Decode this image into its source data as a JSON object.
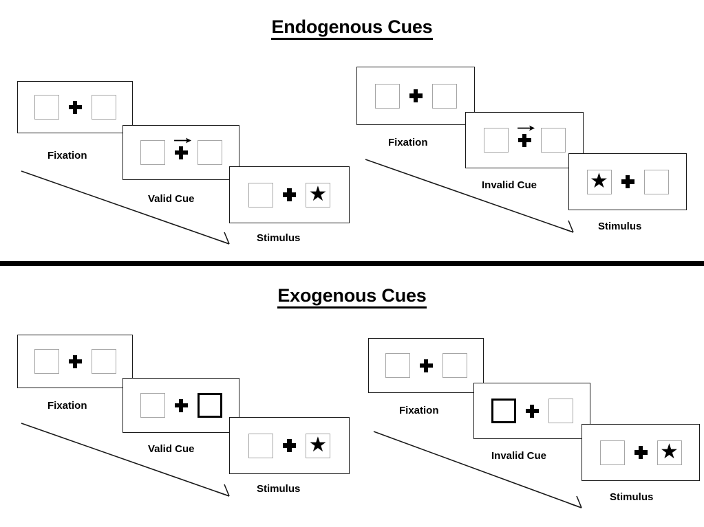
{
  "figure": {
    "title_endogenous": "Endogenous Cues",
    "title_exogenous": "Exogenous Cues",
    "labels": {
      "fixation": "Fixation",
      "valid_cue": "Valid Cue",
      "invalid_cue": "Invalid Cue",
      "stimulus": "Stimulus"
    },
    "glyphs": {
      "star": "★",
      "plus": "plus-fixation-cross",
      "arrow": "right-arrow-cue"
    },
    "colors": {
      "stroke": "#1a1a1a",
      "box_border": "#a6a6a6",
      "cued_box_border": "#000000",
      "ink": "#000000",
      "background": "#ffffff"
    }
  },
  "sections": [
    {
      "id": "endogenous",
      "title": "Endogenous Cues",
      "cue_type": "arrow",
      "sequences": [
        {
          "id": "endogenous-valid",
          "cue_label": "Valid Cue",
          "panels": [
            {
              "label": "Fixation",
              "kind": "fixation",
              "left_box": "empty",
              "right_box": "empty",
              "arrow": false
            },
            {
              "label": "Valid Cue",
              "kind": "cue",
              "left_box": "empty",
              "right_box": "empty",
              "arrow": true,
              "arrow_direction": "right"
            },
            {
              "label": "Stimulus",
              "kind": "stimulus",
              "left_box": "empty",
              "right_box": "star",
              "arrow": false
            }
          ]
        },
        {
          "id": "endogenous-invalid",
          "cue_label": "Invalid Cue",
          "panels": [
            {
              "label": "Fixation",
              "kind": "fixation",
              "left_box": "empty",
              "right_box": "empty",
              "arrow": false
            },
            {
              "label": "Invalid Cue",
              "kind": "cue",
              "left_box": "empty",
              "right_box": "empty",
              "arrow": true,
              "arrow_direction": "right"
            },
            {
              "label": "Stimulus",
              "kind": "stimulus",
              "left_box": "star",
              "right_box": "empty",
              "arrow": false
            }
          ]
        }
      ]
    },
    {
      "id": "exogenous",
      "title": "Exogenous Cues",
      "cue_type": "box-highlight",
      "sequences": [
        {
          "id": "exogenous-valid",
          "cue_label": "Valid Cue",
          "panels": [
            {
              "label": "Fixation",
              "kind": "fixation",
              "left_box": "empty",
              "right_box": "empty",
              "arrow": false
            },
            {
              "label": "Valid Cue",
              "kind": "cue",
              "left_box": "empty",
              "right_box": "cued",
              "arrow": false
            },
            {
              "label": "Stimulus",
              "kind": "stimulus",
              "left_box": "empty",
              "right_box": "star",
              "arrow": false
            }
          ]
        },
        {
          "id": "exogenous-invalid",
          "cue_label": "Invalid Cue",
          "panels": [
            {
              "label": "Fixation",
              "kind": "fixation",
              "left_box": "empty",
              "right_box": "empty",
              "arrow": false
            },
            {
              "label": "Invalid Cue",
              "kind": "cue",
              "left_box": "cued",
              "right_box": "empty",
              "arrow": false
            },
            {
              "label": "Stimulus",
              "kind": "stimulus",
              "left_box": "empty",
              "right_box": "star",
              "arrow": false
            }
          ]
        }
      ]
    }
  ]
}
